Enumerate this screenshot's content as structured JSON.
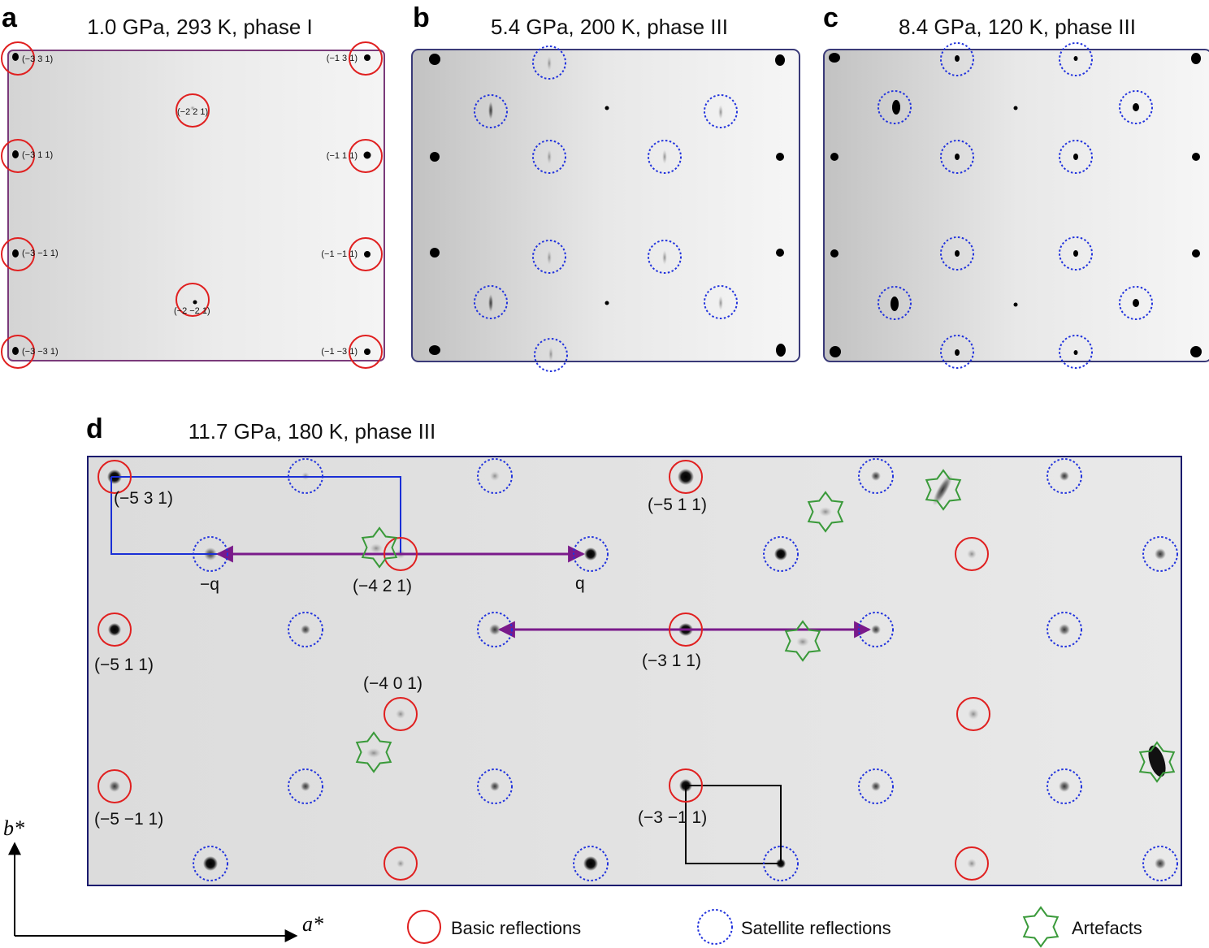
{
  "panels": {
    "a": {
      "letter": "a",
      "title": "1.0 GPa, 293 K, phase I",
      "labels": [
        "(−3 3 1)",
        "(−1 3 1)",
        "(−2 2 1)",
        "(−3 1 1)",
        "(−1 1 1)",
        "(−3 −1 1)",
        "(−1 −1 1)",
        "(−2 −2 1)",
        "(−3 −3 1)",
        "(−1 −3 1)"
      ]
    },
    "b": {
      "letter": "b",
      "title": "5.4 GPa, 200 K, phase III"
    },
    "c": {
      "letter": "c",
      "title": "8.4 GPa, 120 K, phase III"
    },
    "d": {
      "letter": "d",
      "title": "11.7 GPa, 180 K, phase III",
      "labels": [
        "(−5 3 1)",
        "(−5 1 1)",
        "(−4 2 1)",
        "−q",
        "q",
        "(−5 1 1)",
        "(−3 1 1)",
        "(−4 0 1)",
        "(−5 −1 1)",
        "(−3 −1 1)"
      ]
    }
  },
  "axes": {
    "x": "a*",
    "y": "b*"
  },
  "legend": {
    "basic": "Basic reflections",
    "satellite": "Satellite reflections",
    "artefact": "Artefacts"
  },
  "colors": {
    "basic": "#e02020",
    "satellite": "#2233dd",
    "artefact": "#3a9a3a",
    "unit_cell": "#1a2fd6",
    "q_vector": "#7a1a8a",
    "frame": "#3a3a78"
  }
}
